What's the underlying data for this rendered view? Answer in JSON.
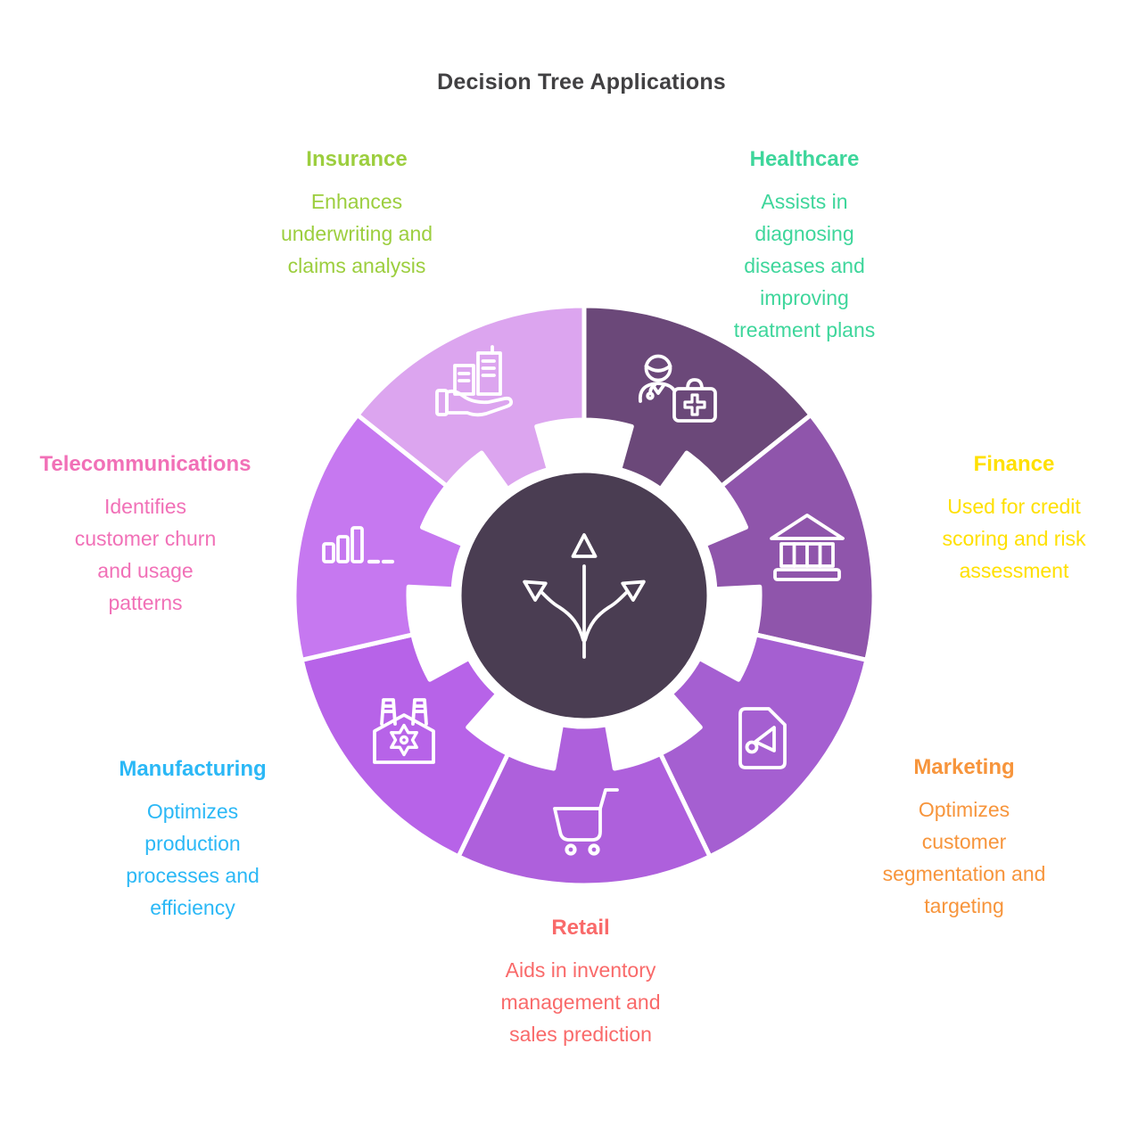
{
  "title": "Decision Tree Applications",
  "title_color": "#414042",
  "center": {
    "background": "#4A3D52",
    "border": "#ffffff",
    "icon": "branching-arrows"
  },
  "segments": [
    {
      "id": "healthcare",
      "label": "Healthcare",
      "description": "Assists in\ndiagnosing\ndiseases and\nimproving\ntreatment plans",
      "text_color": "#3ED69B",
      "wedge_color": "#6B4879",
      "icon": "doctor-medical-bag"
    },
    {
      "id": "finance",
      "label": "Finance",
      "description": "Used for credit\nscoring and risk\nassessment",
      "text_color": "#FFE000",
      "wedge_color": "#8F55AB",
      "icon": "bank-building"
    },
    {
      "id": "marketing",
      "label": "Marketing",
      "description": "Optimizes\ncustomer\nsegmentation and\ntargeting",
      "text_color": "#F7953C",
      "wedge_color": "#A55FD1",
      "icon": "megaphone-document"
    },
    {
      "id": "retail",
      "label": "Retail",
      "description": "Aids in inventory\nmanagement and\nsales prediction",
      "text_color": "#F96A6A",
      "wedge_color": "#AE60DC",
      "icon": "shopping-cart"
    },
    {
      "id": "manufacturing",
      "label": "Manufacturing",
      "description": "Optimizes\nproduction\nprocesses and\nefficiency",
      "text_color": "#2BB8F6",
      "wedge_color": "#B763E8",
      "icon": "factory-gear"
    },
    {
      "id": "telecommunications",
      "label": "Telecommunications",
      "description": "Identifies\ncustomer churn\nand usage\npatterns",
      "text_color": "#F170B7",
      "wedge_color": "#C678F0",
      "icon": "signal-bars"
    },
    {
      "id": "insurance",
      "label": "Insurance",
      "description": "Enhances\nunderwriting and\nclaims analysis",
      "text_color": "#9CCE3E",
      "wedge_color": "#DCA5EF",
      "icon": "hand-holding-buildings"
    }
  ]
}
